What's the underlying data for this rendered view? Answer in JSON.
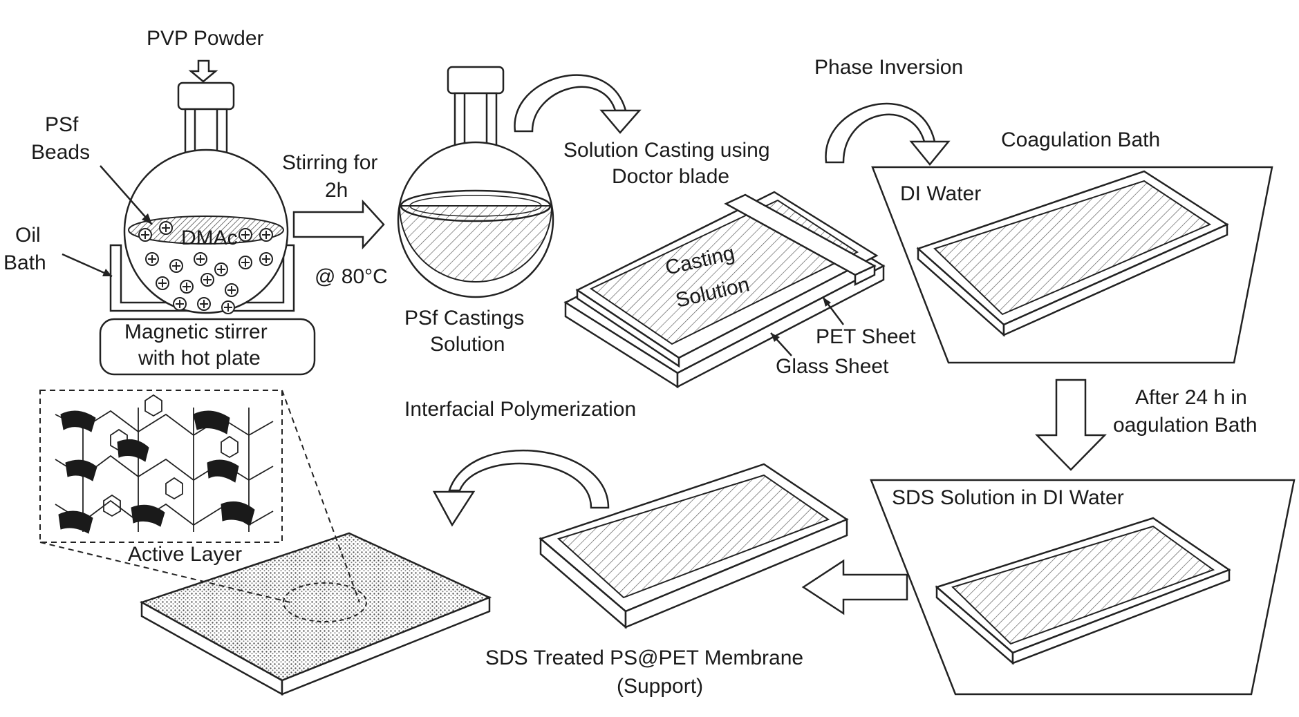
{
  "labels": {
    "pvp_powder": "PVP Powder",
    "psf": "PSf",
    "beads": "Beads",
    "oil": "Oil",
    "bath": "Bath",
    "dmac": "DMAc",
    "stirring_for": "Stirring for",
    "duration_2h": "2h",
    "temperature": "@ 80°C",
    "magnetic_stirrer": "Magnetic stirrer",
    "with_hot_plate": "with hot plate",
    "psf_castings": "PSf Castings",
    "solution": "Solution",
    "solution_casting_using": "Solution Casting using",
    "doctor_blade": "Doctor blade",
    "casting": "Casting",
    "casting_solution": "Solution",
    "pet_sheet": "PET Sheet",
    "glass_sheet": "Glass Sheet",
    "phase_inversion": "Phase Inversion",
    "coagulation_bath": "Coagulation Bath",
    "di_water": "DI Water",
    "after_24h_in": "After 24 h in",
    "oagulation_bath": "oagulation Bath",
    "sds_solution": "SDS Solution in DI Water",
    "sds_treated": "SDS Treated PS@PET Membrane",
    "support": "(Support)",
    "interfacial_polymerization": "Interfacial Polymerization",
    "active_layer": "Active Layer"
  }
}
